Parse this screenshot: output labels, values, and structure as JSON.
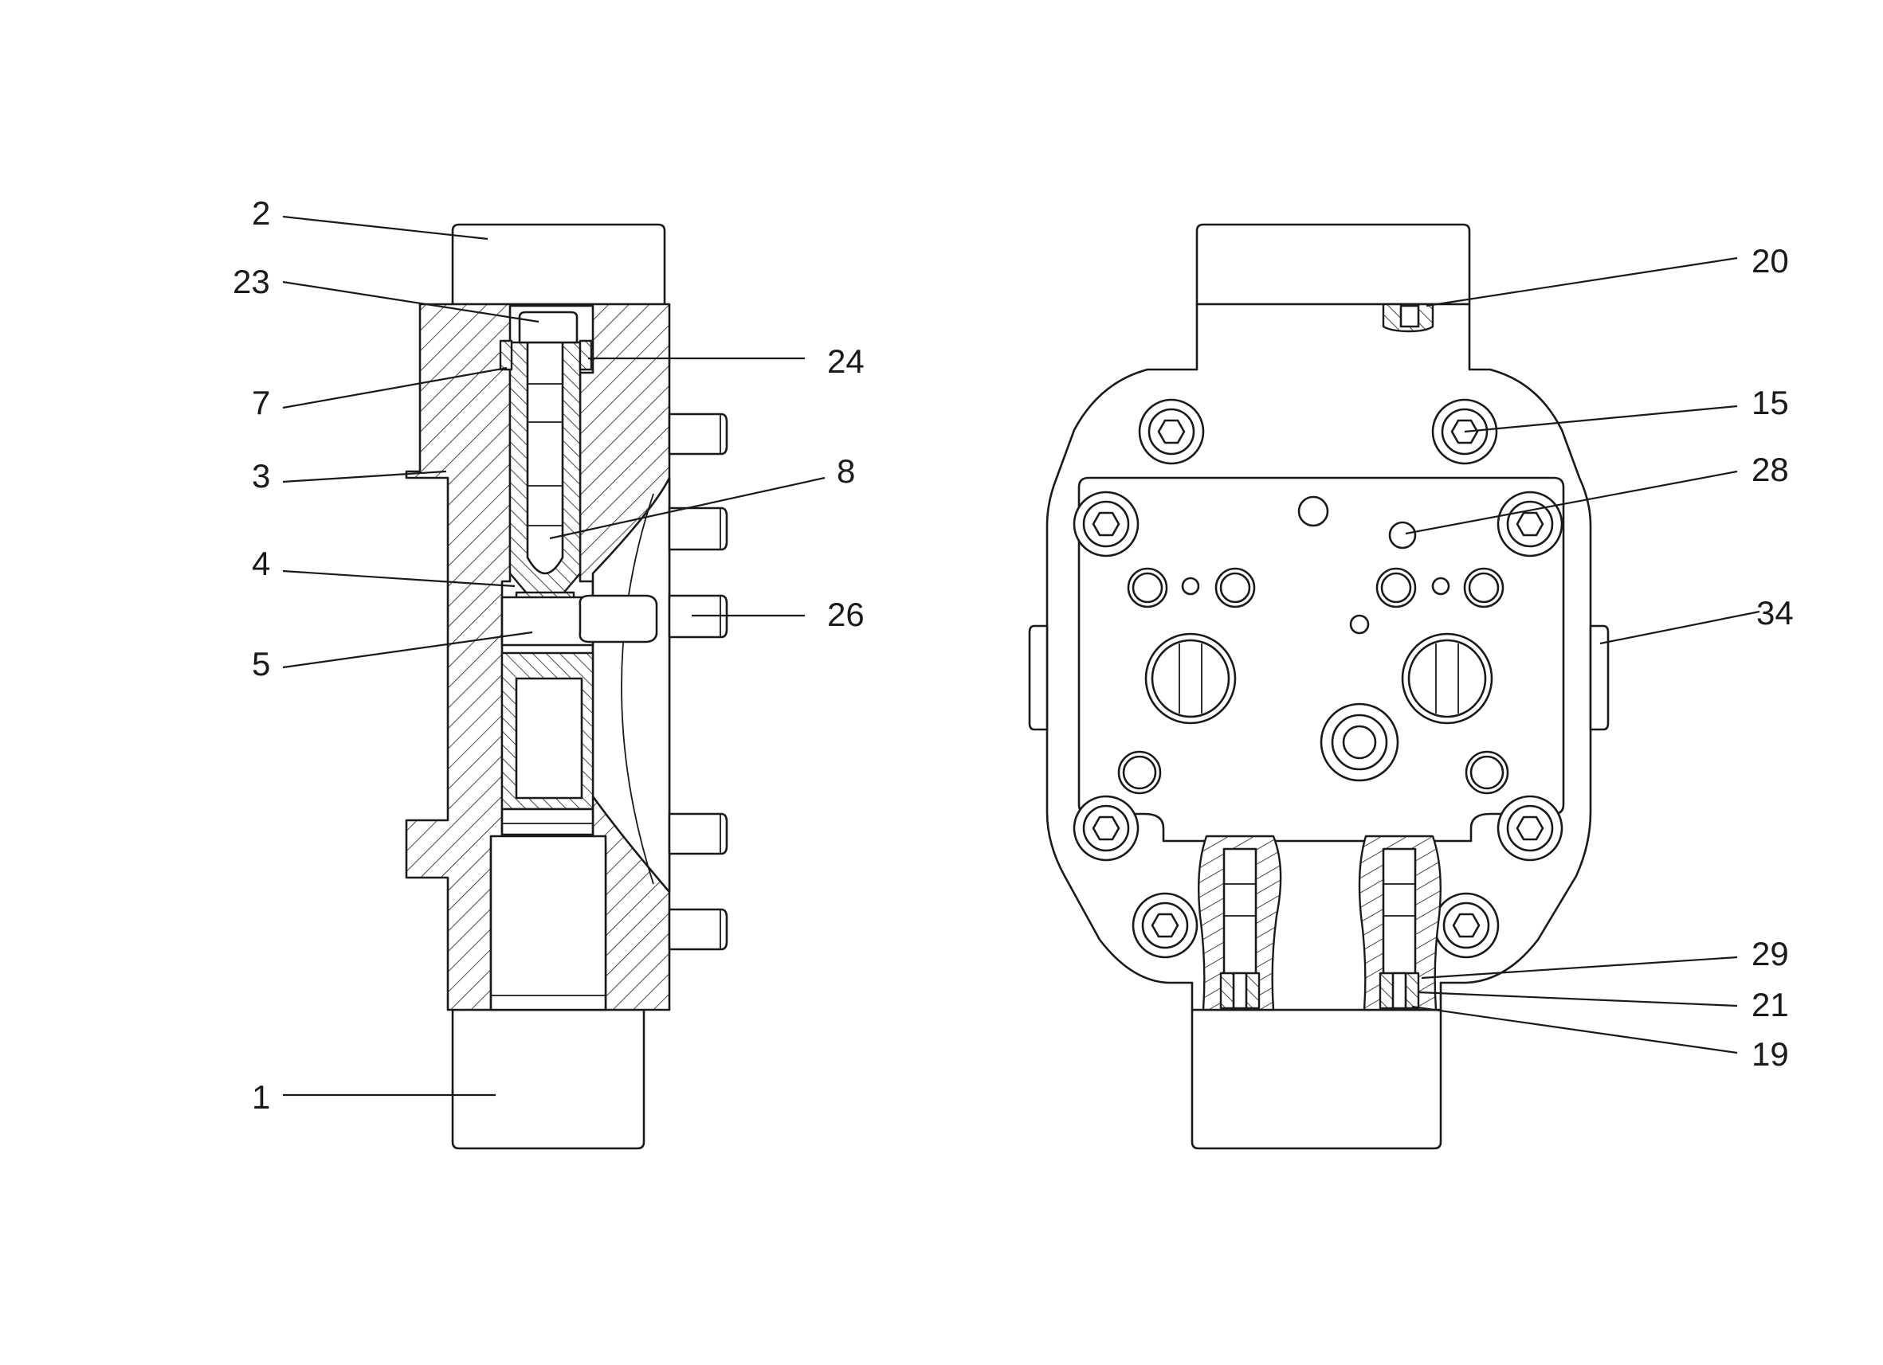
{
  "diagram": {
    "left_view_callouts": [
      "2",
      "23",
      "7",
      "3",
      "4",
      "5",
      "1",
      "24",
      "8",
      "26"
    ],
    "right_view_callouts": [
      "20",
      "15",
      "28",
      "34",
      "29",
      "21",
      "19"
    ],
    "colors": {
      "line": "#1a1a1a",
      "background": "#ffffff"
    }
  }
}
